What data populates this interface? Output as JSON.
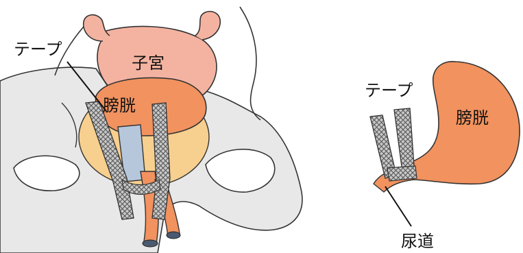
{
  "labels": {
    "tape_left": "テープ",
    "uterus": "子宮",
    "bladder_left": "膀胱",
    "tape_right": "テープ",
    "bladder_right": "膀胱",
    "urethra": "尿道"
  },
  "colors": {
    "background": "#ffffff",
    "pelvis_fill": "#e8e8e8",
    "outline": "#333333",
    "uterus": "#f4b3a1",
    "bladder": "#f1925f",
    "tissue": "#f7cf8e",
    "urethra_fill": "#b7c7db",
    "tape": "#b9b9b9"
  }
}
